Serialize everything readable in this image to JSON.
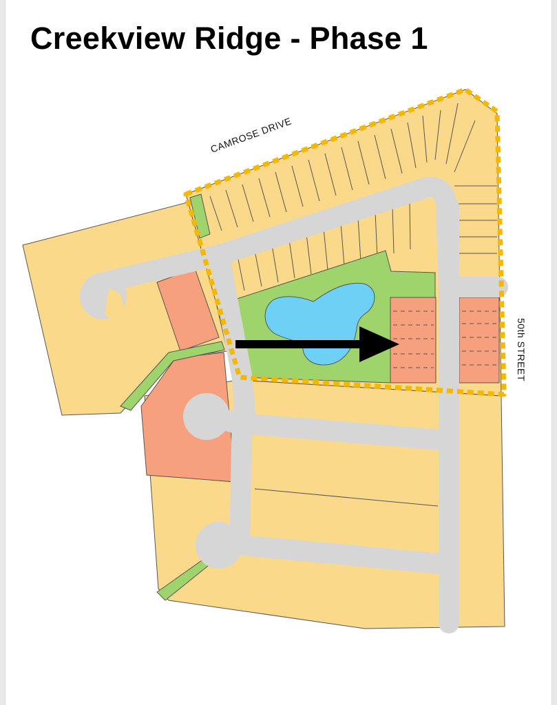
{
  "title": "Creekview Ridge - Phase 1",
  "labels": {
    "camrose_drive": "CAMROSE DRIVE",
    "street_50th": "50th STREET"
  },
  "colors": {
    "residential_lot": "#fbd98a",
    "multi_family": "#f6a07e",
    "green_space": "#9fd36b",
    "pond": "#6ed0f4",
    "road": "#d6d6d6",
    "phase_boundary": "#f5b800",
    "arrow": "#000000"
  }
}
